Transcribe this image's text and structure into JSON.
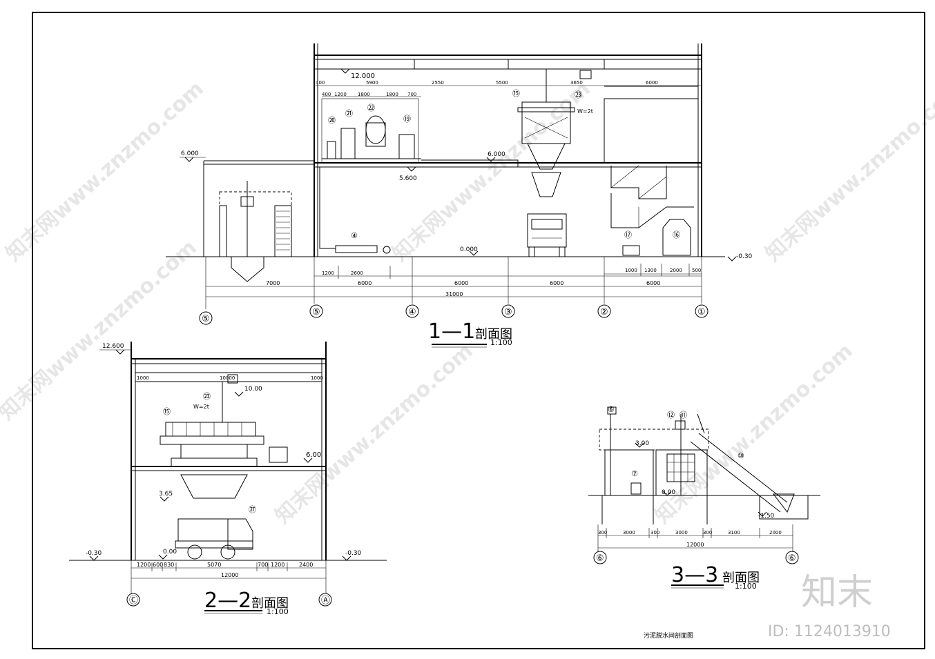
{
  "brand": {
    "logo_text": "知末",
    "id_text": "ID: 1124013910",
    "watermark": "知末网www.znzmo.com"
  },
  "drawing_title": "污泥脱水间剖面图",
  "section_1": {
    "title": "1—1",
    "title_suffix": "剖面图",
    "scale": "1:100",
    "elevations": {
      "roof": "12.000",
      "upper_floor": "6.000",
      "side_roof": "6.000",
      "slab_bottom": "5.600",
      "ground": "0.000",
      "outside": "-0.30"
    },
    "axes": [
      "⑤",
      "⑤",
      "④",
      "③",
      "②",
      "①"
    ],
    "top_dims": [
      "400",
      "5900",
      "2550",
      "5500",
      "3650",
      "6000"
    ],
    "top_sub_dims": [
      "400",
      "1200",
      "1800",
      "1800",
      "700"
    ],
    "bottom_dims": [
      "7000",
      "6000",
      "6000",
      "6000",
      "6000"
    ],
    "total_dim": "31000",
    "sub_dims_left": [
      "1200",
      "2600"
    ],
    "sub_dims_right": [
      "1000",
      "1300",
      "2000",
      "500"
    ],
    "crane_label": "W=2t",
    "equipment_numbers": [
      "⑮",
      "㉓",
      "⑳",
      "㉑",
      "㉒",
      "⑲",
      "④",
      "⑰",
      "⑯"
    ]
  },
  "section_2": {
    "title": "2—2",
    "title_suffix": "剖面图",
    "scale": "1:100",
    "elevations": {
      "roof": "12.600",
      "crane": "10.00",
      "floor": "6.00",
      "mid": "3.65",
      "ground": "0.00",
      "left_out": "-0.30",
      "right_out": "-0.30"
    },
    "axes": [
      "Ⓒ",
      "Ⓐ"
    ],
    "top_dims": [
      "1000",
      "10000",
      "1000"
    ],
    "bottom_dims": [
      "1200",
      "600",
      "830",
      "5070",
      "700",
      "1200",
      "2400"
    ],
    "total_dim": "12000",
    "crane_label": "W=2t",
    "equipment_numbers": [
      "㉓",
      "⑮",
      "㉗"
    ]
  },
  "section_3": {
    "title": "3—3",
    "title_suffix": "剖面图",
    "scale": "1:100",
    "elevations": {
      "upper": "3.00",
      "ground": "0.00",
      "pit": "-1.50"
    },
    "axes": [
      "⑥",
      "⑥"
    ],
    "bottom_dims": [
      "300",
      "3000",
      "300",
      "3000",
      "300",
      "3100",
      "2000"
    ],
    "total_dim": "12000",
    "equipment_numbers": [
      "⑥",
      "⑫",
      "⑪",
      "⑦",
      "⑩"
    ]
  }
}
